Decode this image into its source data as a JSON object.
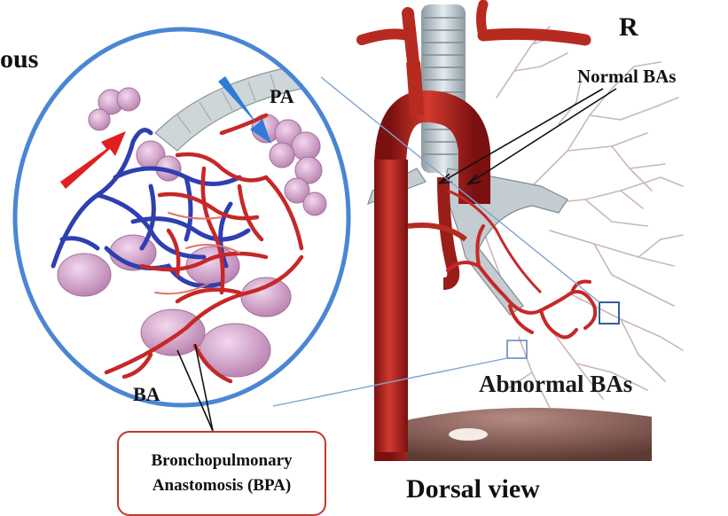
{
  "labels": {
    "partial_left": "ous",
    "pa": "PA",
    "ba": "BA",
    "side": "R",
    "normal": "Normal BAs",
    "abnormal": "Abnormal BAs",
    "view": "Dorsal view"
  },
  "bpa_callout": {
    "line1": "Bronchopulmonary",
    "line2": "Anastomosis (BPA)"
  },
  "colors": {
    "artery_red": "#c62828",
    "vein_blue": "#2e3fb0",
    "lens_border": "#4a86d4",
    "callout_border": "#c0392b",
    "lung_pink": "#d9a5cf",
    "bronchus_grey": "#b8c2c8"
  }
}
